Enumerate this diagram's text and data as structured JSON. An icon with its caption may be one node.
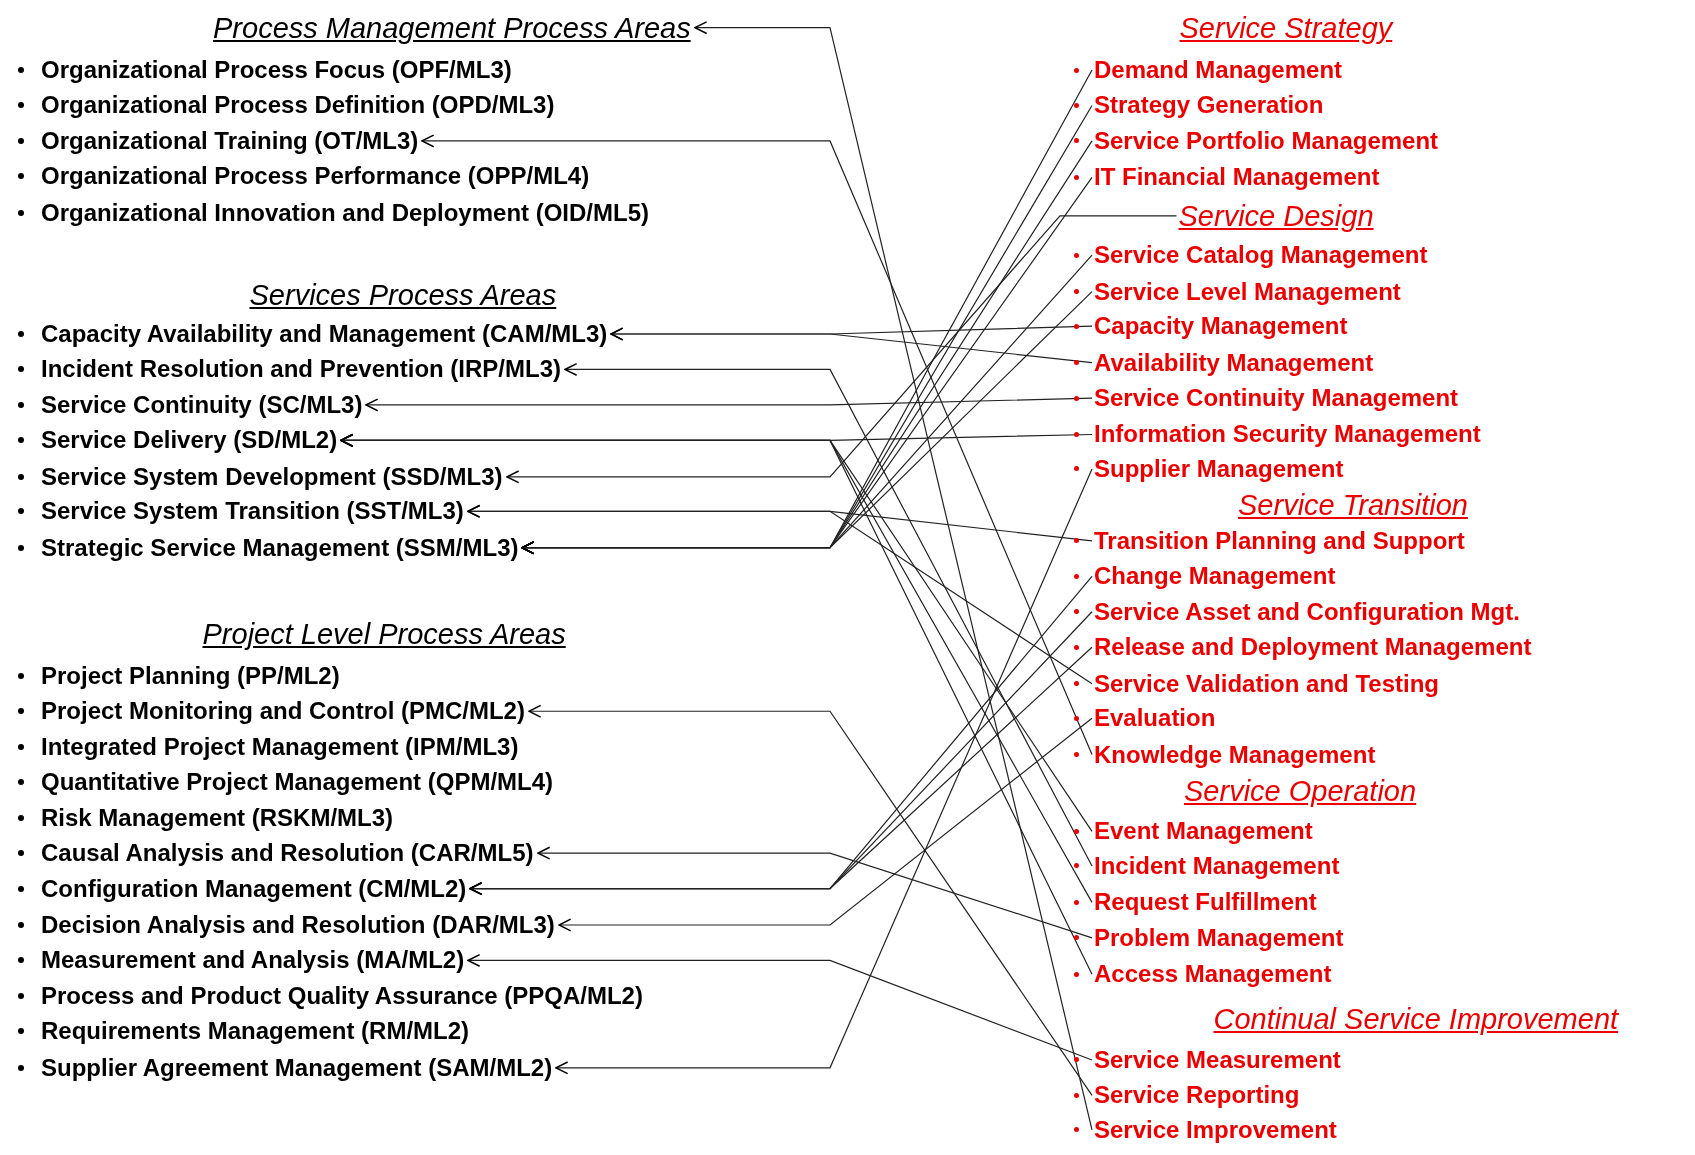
{
  "diagram": {
    "nodes": [
      {
        "text": [
          "Process Management Process Areas"
        ]
      },
      {
        "text": [
          "Organizational Process Focus (OPF/ML3)"
        ]
      },
      {
        "text": [
          "Organizational Process Definition (OPD/ML3)"
        ]
      },
      {
        "text": [
          "Organizational Training (OT/ML3)"
        ]
      },
      {
        "text": [
          "Organizational Process Performance (OPP/ML4)"
        ]
      },
      {
        "text": [
          "Organizational Innovation and Deployment (OID/ML5)"
        ]
      },
      {
        "text": [
          "Services Process Areas"
        ]
      },
      {
        "text": [
          "Capacity Availability and Management (CAM/ML3)"
        ]
      },
      {
        "text": [
          "Incident Resolution and Prevention (IRP/ML3)"
        ]
      },
      {
        "text": [
          "Service Continuity (SC/ML3)"
        ]
      },
      {
        "text": [
          "Service Delivery (SD/ML2)"
        ]
      },
      {
        "text": [
          "Service System Development (SSD/ML3)"
        ]
      },
      {
        "text": [
          "Service System Transition (SST/ML3)"
        ]
      },
      {
        "text": [
          "Strategic Service Management (SSM/ML3)"
        ]
      },
      {
        "text": [
          "Project Level Process Areas"
        ]
      },
      {
        "text": [
          "Project Planning (PP/ML2)"
        ]
      },
      {
        "text": [
          "Project Monitoring and Control (PMC/ML2)"
        ]
      },
      {
        "text": [
          "Integrated Project Management (IPM/ML3)"
        ]
      },
      {
        "text": [
          "Quantitative Project Management (QPM/ML4)"
        ]
      },
      {
        "text": [
          "Risk Management (RSKM/ML3)"
        ]
      },
      {
        "text": [
          "Causal Analysis and Resolution (CAR/ML5)"
        ]
      },
      {
        "text": [
          "Configuration Management (CM/ML2)"
        ]
      },
      {
        "text": [
          "Decision Analysis and Resolution (DAR/ML3)"
        ]
      },
      {
        "text": [
          "Measurement and Analysis (MA/ML2)"
        ]
      },
      {
        "text": [
          "Process and Product Quality Assurance (PPQA/ML2)"
        ]
      },
      {
        "text": [
          "Requirements Management (RM/ML2)"
        ]
      },
      {
        "text": [
          "Supplier Agreement Management (SAM/ML2)"
        ]
      },
      {
        "text": [
          "Service Strategy"
        ]
      },
      {
        "text": [
          "Demand Management"
        ]
      },
      {
        "text": [
          "Strategy Generation"
        ]
      },
      {
        "text": [
          "Service Portfolio Management"
        ]
      },
      {
        "text": [
          "IT Financial Management"
        ]
      },
      {
        "text": [
          "Service Design"
        ]
      },
      {
        "text": [
          "Service Catalog Management"
        ]
      },
      {
        "text": [
          "Service Level Management"
        ]
      },
      {
        "text": [
          "Capacity Management"
        ]
      },
      {
        "text": [
          "Availability Management"
        ]
      },
      {
        "text": [
          "Service Continuity Management"
        ]
      },
      {
        "text": [
          "Information Security Management"
        ]
      },
      {
        "text": [
          "Supplier Management"
        ]
      },
      {
        "text": [
          "Service Transition"
        ]
      },
      {
        "text": [
          "Transition Planning and Support"
        ]
      },
      {
        "text": [
          "Change Management"
        ]
      },
      {
        "text": [
          "Service Asset and Configuration Mgt."
        ]
      },
      {
        "text": [
          "Release and Deployment Management"
        ]
      },
      {
        "text": [
          "Service Validation and Testing"
        ]
      },
      {
        "text": [
          "Evaluation"
        ]
      },
      {
        "text": [
          "Knowledge Management"
        ]
      },
      {
        "text": [
          "Service Operation"
        ]
      },
      {
        "text": [
          "Event Management"
        ]
      },
      {
        "text": [
          "Incident Management"
        ]
      },
      {
        "text": [
          "Request Fulfillment"
        ]
      },
      {
        "text": [
          "Problem Management"
        ]
      },
      {
        "text": [
          "Access Management"
        ]
      },
      {
        "text": [
          "Continual Service Improvement"
        ]
      },
      {
        "text": [
          "Service Measurement"
        ]
      },
      {
        "text": [
          "Service Reporting"
        ]
      },
      {
        "text": [
          "Service Improvement"
        ]
      }
    ],
    "edges": [
      {
        "from": 28,
        "to": 13,
        "arrow": "to"
      },
      {
        "from": 29,
        "to": 13,
        "arrow": "to"
      },
      {
        "from": 30,
        "to": 13,
        "arrow": "to"
      },
      {
        "from": 31,
        "to": 13,
        "arrow": "to"
      },
      {
        "from": 32,
        "to": 11,
        "arrow": "to"
      },
      {
        "from": 33,
        "to": 13,
        "arrow": "to"
      },
      {
        "from": 34,
        "to": 13,
        "arrow": "to"
      },
      {
        "from": 35,
        "to": 7,
        "arrow": "to"
      },
      {
        "from": 36,
        "to": 7,
        "arrow": "to"
      },
      {
        "from": 37,
        "to": 9,
        "arrow": "to"
      },
      {
        "from": 38,
        "to": 10,
        "arrow": "to"
      },
      {
        "from": 39,
        "to": 26,
        "arrow": "to"
      },
      {
        "from": 41,
        "to": 12,
        "arrow": "to"
      },
      {
        "from": 42,
        "to": 21,
        "arrow": "to"
      },
      {
        "from": 43,
        "to": 21,
        "arrow": "to"
      },
      {
        "from": 44,
        "to": 21,
        "arrow": "to"
      },
      {
        "from": 45,
        "to": 12,
        "arrow": "to"
      },
      {
        "from": 46,
        "to": 22,
        "arrow": "to"
      },
      {
        "from": 47,
        "to": 3,
        "arrow": "to"
      },
      {
        "from": 49,
        "to": 10,
        "arrow": "to"
      },
      {
        "from": 50,
        "to": 8,
        "arrow": "to"
      },
      {
        "from": 51,
        "to": 10,
        "arrow": "to"
      },
      {
        "from": 52,
        "to": 20,
        "arrow": "to"
      },
      {
        "from": 53,
        "to": 10,
        "arrow": "to"
      },
      {
        "from": 55,
        "to": 23,
        "arrow": "to"
      },
      {
        "from": 56,
        "to": 16,
        "arrow": "to"
      },
      {
        "from": 57,
        "to": 0,
        "arrow": "to"
      }
    ]
  }
}
